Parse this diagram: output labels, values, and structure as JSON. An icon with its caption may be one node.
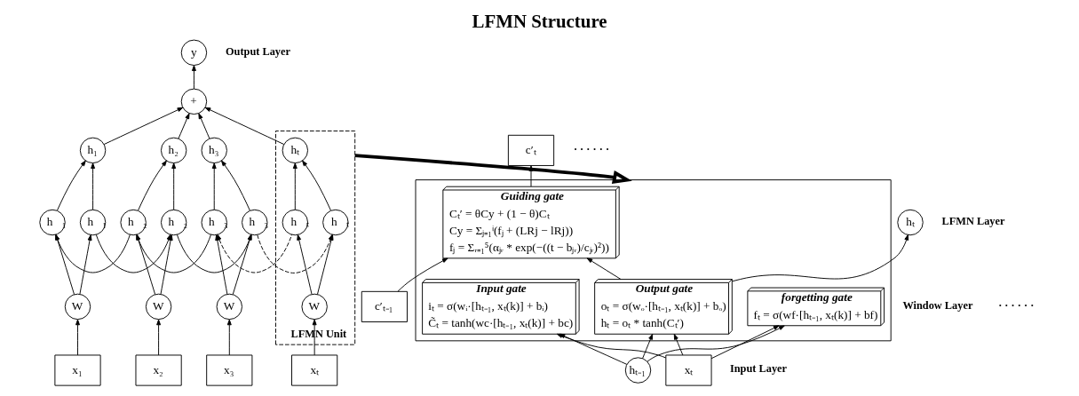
{
  "diagram": {
    "title": "LFMN Structure",
    "nodes": [
      {
        "text": [
          "y"
        ]
      },
      {
        "text": [
          "+"
        ]
      },
      {
        "text": [
          "h₁"
        ]
      },
      {
        "text": [
          "h⃖₁"
        ]
      },
      {
        "text": [
          "h⃗₁"
        ]
      },
      {
        "text": [
          "W"
        ]
      },
      {
        "text": [
          "x₁"
        ]
      },
      {
        "text": [
          "h₂"
        ]
      },
      {
        "text": [
          "h⃖₂"
        ]
      },
      {
        "text": [
          "h⃗₂"
        ]
      },
      {
        "text": [
          "W"
        ]
      },
      {
        "text": [
          "x₂"
        ]
      },
      {
        "text": [
          "h₃"
        ]
      },
      {
        "text": [
          "h⃖₃"
        ]
      },
      {
        "text": [
          "h⃗₃"
        ]
      },
      {
        "text": [
          "W"
        ]
      },
      {
        "text": [
          "x₃"
        ]
      },
      {
        "text": [
          "LFMN Unit"
        ]
      },
      {
        "text": [
          "hₜ"
        ],
        "in": 17
      },
      {
        "text": [
          "h⃖ₜ"
        ],
        "in": 17
      },
      {
        "text": [
          "h⃗ₜ"
        ],
        "in": 17
      },
      {
        "text": [
          "W"
        ],
        "in": 17
      },
      {
        "text": [
          "xₜ"
        ]
      },
      {
        "text": [],
        "shape": "box"
      },
      {
        "text": [
          "Output gate",
          "oₜ = σ(wₒ·[hₜ₋₁, xₜ(k)] + bₒ)",
          "hₜ = oₜ * tanh(Cₜ′)"
        ],
        "in": 23
      },
      {
        "text": [
          "Input gate",
          "iₜ = σ(wᵢ·[hₜ₋₁, xₜ(k)] + bᵢ)",
          "C̃ₜ = tanh(wc·[hₜ₋₁, xₜ(k)] + bc)"
        ],
        "in": 23
      },
      {
        "text": [
          "forgetting gate",
          "fₜ = σ(wf·[hₜ₋₁, xₜ(k)] + bf)"
        ],
        "in": 23
      },
      {
        "text": [
          "Guiding gate",
          "Cₜ′ = θCy + (1 − θ)Cₜ",
          "Cy = Σⱼ₌₁ⁱ(fⱼ + (LRj − lRj))",
          "fⱼ = Σᵣ₌₁⁵(αⱼᵣ * exp(−((t − bⱼᵣ)/cⱼᵣ)²))"
        ],
        "in": 23
      },
      {
        "text": [
          "hₜ"
        ]
      },
      {
        "text": [
          "c′ₜ"
        ]
      },
      {
        "text": [
          "hₜ₋₁"
        ]
      },
      {
        "text": [
          "xₜ"
        ]
      },
      {
        "text": [
          "c′ₜ₋₁"
        ]
      }
    ],
    "edges": [
      {
        "from": 1,
        "to": 0,
        "arrow": "to"
      },
      {
        "from": 6,
        "to": 5,
        "arrow": "to"
      },
      {
        "from": 5,
        "to": 3,
        "arrow": "to"
      },
      {
        "from": 5,
        "to": 4,
        "arrow": "to"
      },
      {
        "from": 3,
        "to": 2,
        "arrow": "to"
      },
      {
        "from": 4,
        "to": 2,
        "arrow": "to"
      },
      {
        "from": 2,
        "to": 1,
        "arrow": "to"
      },
      {
        "from": 11,
        "to": 10,
        "arrow": "to"
      },
      {
        "from": 10,
        "to": 8,
        "arrow": "to"
      },
      {
        "from": 10,
        "to": 9,
        "arrow": "to"
      },
      {
        "from": 8,
        "to": 7,
        "arrow": "to"
      },
      {
        "from": 9,
        "to": 7,
        "arrow": "to"
      },
      {
        "from": 7,
        "to": 1,
        "arrow": "to"
      },
      {
        "from": 16,
        "to": 15,
        "arrow": "to"
      },
      {
        "from": 15,
        "to": 13,
        "arrow": "to"
      },
      {
        "from": 15,
        "to": 14,
        "arrow": "to"
      },
      {
        "from": 13,
        "to": 12,
        "arrow": "to"
      },
      {
        "from": 14,
        "to": 12,
        "arrow": "to"
      },
      {
        "from": 12,
        "to": 1,
        "arrow": "to"
      },
      {
        "from": 22,
        "to": 21,
        "arrow": "to"
      },
      {
        "from": 21,
        "to": 19,
        "arrow": "to"
      },
      {
        "from": 21,
        "to": 20,
        "arrow": "to"
      },
      {
        "from": 19,
        "to": 18,
        "arrow": "to"
      },
      {
        "from": 20,
        "to": 18,
        "arrow": "to"
      },
      {
        "from": 18,
        "to": 1,
        "arrow": "to"
      },
      {
        "from": 8,
        "to": 3,
        "arrow": "to"
      },
      {
        "from": 13,
        "to": 8,
        "arrow": "to"
      },
      {
        "from": 19,
        "to": 13,
        "arrow": "to",
        "style": "dashed"
      },
      {
        "from": 4,
        "to": 9,
        "arrow": "to"
      },
      {
        "from": 9,
        "to": 14,
        "arrow": "to"
      },
      {
        "from": 14,
        "to": 20,
        "arrow": "to",
        "style": "dashed"
      },
      {
        "from": 17,
        "to": 23,
        "arrow": "to",
        "style": "thick"
      },
      {
        "from": 30,
        "to": 24,
        "arrow": "to"
      },
      {
        "from": 30,
        "to": 25,
        "arrow": "to"
      },
      {
        "from": 30,
        "to": 26,
        "arrow": "to"
      },
      {
        "from": 31,
        "to": 24,
        "arrow": "to"
      },
      {
        "from": 31,
        "to": 25,
        "arrow": "to"
      },
      {
        "from": 31,
        "to": 26,
        "arrow": "to"
      },
      {
        "from": 24,
        "to": 28,
        "arrow": "to"
      },
      {
        "from": 24,
        "to": 27,
        "arrow": "to"
      },
      {
        "from": 32,
        "to": 27,
        "arrow": "to"
      },
      {
        "from": 27,
        "to": 29,
        "arrow": "to"
      }
    ],
    "labels": [
      "Output Layer",
      "LFMN Layer",
      "Window Layer",
      "Input Layer",
      "· · · · · ·",
      "· · · · · ·"
    ]
  }
}
